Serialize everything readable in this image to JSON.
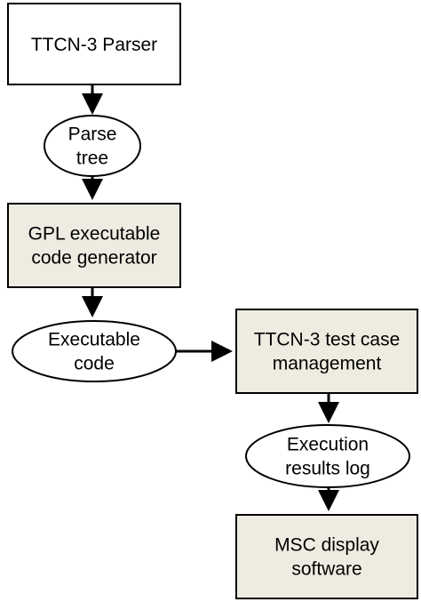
{
  "colors": {
    "plain_box_fill": "#ffffff",
    "shaded_box_fill": "#eeece1",
    "stroke": "#000000"
  },
  "nodes": {
    "ttcn3_parser": {
      "lines": [
        "TTCN-3 Parser"
      ]
    },
    "parse_tree": {
      "lines": [
        "Parse",
        "tree"
      ]
    },
    "gpl_generator": {
      "lines": [
        "GPL executable",
        "code generator"
      ]
    },
    "executable_code": {
      "lines": [
        "Executable",
        "code"
      ]
    },
    "test_case_management": {
      "lines": [
        "TTCN-3 test case",
        "management"
      ]
    },
    "execution_log": {
      "lines": [
        "Execution",
        "results log"
      ]
    },
    "msc_display": {
      "lines": [
        "MSC display",
        "software"
      ]
    }
  }
}
